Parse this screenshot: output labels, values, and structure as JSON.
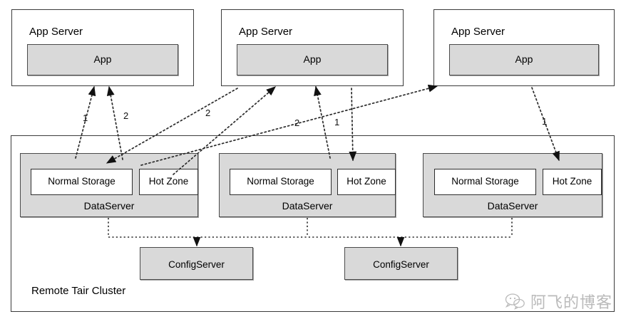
{
  "diagram": {
    "title": "Remote Tair Cluster",
    "app_servers": [
      {
        "title": "App Server",
        "app_label": "App"
      },
      {
        "title": "App Server",
        "app_label": "App"
      },
      {
        "title": "App Server",
        "app_label": "App"
      }
    ],
    "data_servers": [
      {
        "name": "DataServer",
        "normal_storage": "Normal Storage",
        "hot_zone": "Hot Zone"
      },
      {
        "name": "DataServer",
        "normal_storage": "Normal Storage",
        "hot_zone": "Hot Zone"
      },
      {
        "name": "DataServer",
        "normal_storage": "Normal Storage",
        "hot_zone": "Hot Zone"
      }
    ],
    "config_servers": [
      {
        "name": "ConfigServer"
      },
      {
        "name": "ConfigServer"
      }
    ],
    "edge_labels": [
      {
        "text": "1"
      },
      {
        "text": "2"
      },
      {
        "text": "2"
      },
      {
        "text": "2"
      },
      {
        "text": "1"
      },
      {
        "text": "1"
      }
    ],
    "colors": {
      "fill": "#d9d9d9",
      "stroke": "#3b3b3b",
      "background": "#ffffff",
      "watermark": "#8a8a8a"
    },
    "watermark": {
      "text": "阿飞的博客",
      "icon": "wechat-bubble-icon"
    }
  }
}
